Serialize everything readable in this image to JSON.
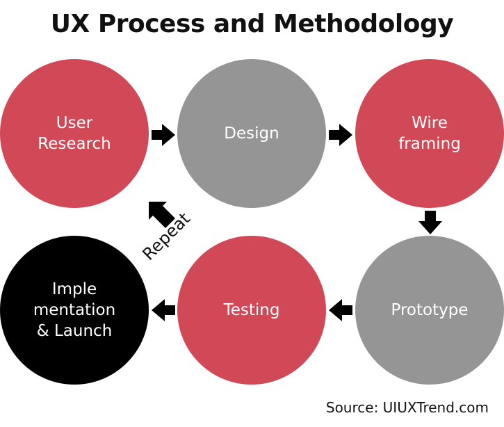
{
  "title": "UX Process and Methodology",
  "nodes": {
    "user_research": {
      "line1": "User",
      "line2": "Research"
    },
    "design": {
      "line1": "Design"
    },
    "wireframing": {
      "line1": "Wire",
      "line2": "framing"
    },
    "prototype": {
      "line1": "Prototype"
    },
    "testing": {
      "line1": "Testing"
    },
    "implementation": {
      "line1": "Imple",
      "line2": "mentation",
      "line3": "& Launch"
    }
  },
  "repeat_label": "Repeat",
  "source": "Source: UIUXTrend.com",
  "colors": {
    "red": "#d14856",
    "grey": "#959595",
    "black": "#000000"
  }
}
